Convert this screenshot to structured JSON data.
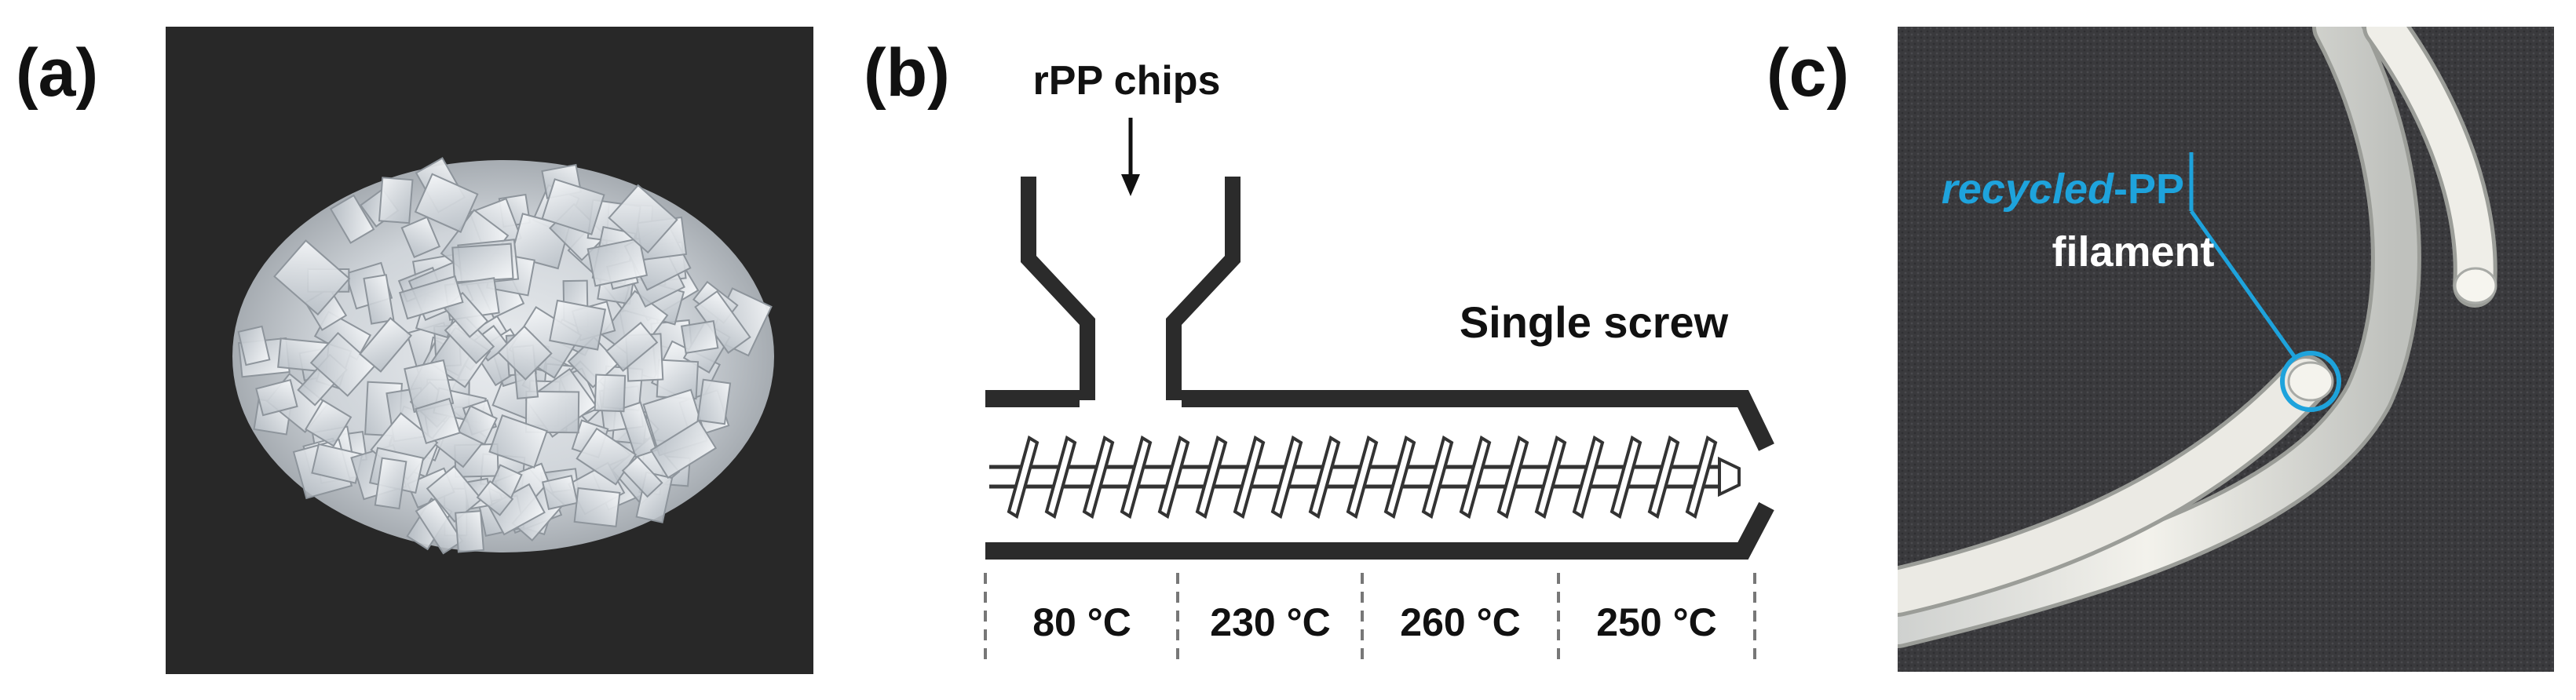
{
  "panel_a": {
    "label": "(a)"
  },
  "panel_b": {
    "label": "(b)",
    "feed_label": "rPP chips",
    "screw_label": "Single screw",
    "zones": [
      "80 °C",
      "230 °C",
      "260 °C",
      "250 °C"
    ]
  },
  "panel_c": {
    "label": "(c)",
    "callout_italic": "recycled",
    "callout_suffix": "-PP",
    "callout_line2": "filament",
    "accent": "#1ea3dc"
  }
}
